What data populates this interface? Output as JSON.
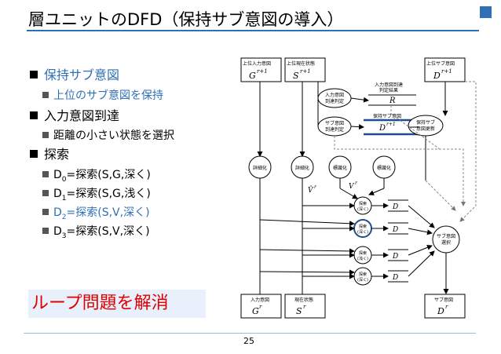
{
  "slide": {
    "title": "層ユニットのDFD（保持サブ意図の導入）",
    "page_number": "25",
    "callout": "ループ問題を解消"
  },
  "bullets": [
    {
      "level": 1,
      "text": "保持サブ意図",
      "highlight": true
    },
    {
      "level": 2,
      "text": "上位のサブ意図を保持",
      "highlight": true
    },
    {
      "level": 1,
      "text": "入力意図到達",
      "highlight": false
    },
    {
      "level": 2,
      "text": "距離の小さい状態を選択",
      "highlight": false
    },
    {
      "level": 1,
      "text": "探索",
      "highlight": false
    },
    {
      "level": 2,
      "pre": "D",
      "sub": "0",
      "post": "=探索(S,G,深く)",
      "highlight": false
    },
    {
      "level": 2,
      "pre": "D",
      "sub": "1",
      "post": "=探索(S,G,浅く)",
      "highlight": false
    },
    {
      "level": 2,
      "pre": "D",
      "sub": "2",
      "post": "=探索(S,V,深く)",
      "highlight": true
    },
    {
      "level": 2,
      "pre": "D",
      "sub": "3",
      "post": "=探索(S,V,深く)",
      "highlight": false
    }
  ],
  "diagram": {
    "top_boxes": {
      "upper_input_intent": {
        "label": "上位入力意図",
        "sym": "G",
        "sup": "r+1"
      },
      "upper_current_state": {
        "label": "上位現在状態",
        "sym": "S",
        "sup": "r+1"
      },
      "upper_sub_intent": {
        "label": "上位サブ意図",
        "sym": "D",
        "sup": "r+1"
      }
    },
    "bottom_boxes": {
      "input_intent": {
        "label": "入力意図",
        "sym": "G",
        "sup": "r"
      },
      "current_state": {
        "label": "現在状態",
        "sym": "S",
        "sup": "r"
      },
      "sub_intent": {
        "label": "サブ意図",
        "sym": "D",
        "sup": "r"
      }
    },
    "stores": {
      "reach_result": {
        "label": "入力意図到達",
        "label2": "判定結果",
        "sym": "R"
      },
      "hold_sub_intent": {
        "label": "保持サブ意図",
        "sym": "D",
        "sup": "r+1"
      }
    },
    "processes": {
      "reach_judge": {
        "l1": "入力意図",
        "l2": "到達判定"
      },
      "sub_reach_judge": {
        "l1": "サブ意図",
        "l2": "到達判定"
      },
      "hold_update": {
        "l1": "保持サブ",
        "l2": "意図更新"
      },
      "concretize1": "詳細化",
      "concretize2": "詳細化",
      "abstract1": "標識化",
      "abstract2": "標識化",
      "search": {
        "l1": "探索",
        "l2": "(深く)",
        "l2b": "(浅く)"
      },
      "sub_intent_select": {
        "l1": "サブ意図",
        "l2": "選択"
      }
    },
    "vars": {
      "V": "V",
      "Vhat": "V̂",
      "Dsym": "D",
      "sup": "r"
    }
  },
  "colors": {
    "accent": "#2e6fb5",
    "callout_text": "#e00000",
    "callout_bg": "#e8f1fb"
  }
}
